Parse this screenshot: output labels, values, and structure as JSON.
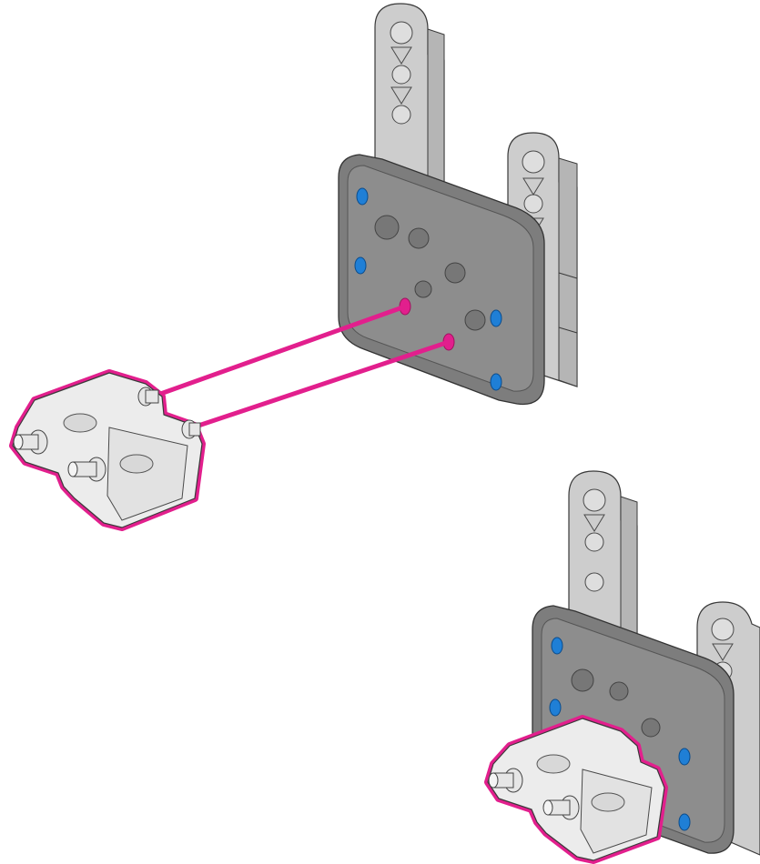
{
  "diagram": {
    "description_steps": [
      {
        "step": "exploded",
        "part_moving": "connector-block",
        "insertion_lines": 2
      },
      {
        "step": "assembled",
        "part_moving": "connector-block",
        "insertion_lines": 0
      }
    ]
  },
  "colors": {
    "background": "#ffffff",
    "highlight": "#e21f8d",
    "beam_light": "#c9c9c9",
    "beam_light_face": "#dcdcdc",
    "plate_dark": "#7a7a7a",
    "plate_dark_face": "#8c8c8c",
    "pin_blue": "#1f7fd6",
    "connector": "#ececec",
    "connector_shade": "#cfcfcf",
    "outline": "#3a3a3a"
  }
}
